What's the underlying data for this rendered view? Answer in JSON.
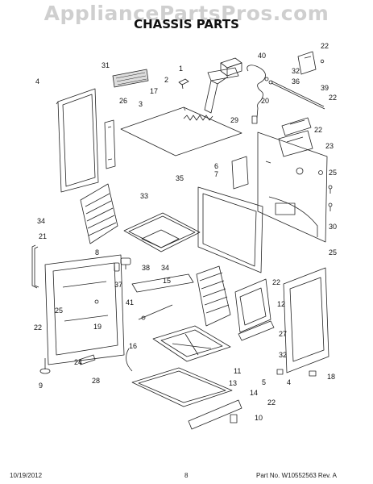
{
  "watermark": "AppliancePartsPros.com",
  "title": "CHASSIS PARTS",
  "callouts": [
    {
      "id": "c1",
      "text": "1"
    },
    {
      "id": "c2",
      "text": "2"
    },
    {
      "id": "c3",
      "text": "3"
    },
    {
      "id": "c4a",
      "text": "4"
    },
    {
      "id": "c4b",
      "text": "4"
    },
    {
      "id": "c5",
      "text": "5"
    },
    {
      "id": "c6",
      "text": "6"
    },
    {
      "id": "c7",
      "text": "7"
    },
    {
      "id": "c8",
      "text": "8"
    },
    {
      "id": "c9",
      "text": "9"
    },
    {
      "id": "c10",
      "text": "10"
    },
    {
      "id": "c11",
      "text": "11"
    },
    {
      "id": "c12",
      "text": "12"
    },
    {
      "id": "c13",
      "text": "13"
    },
    {
      "id": "c14",
      "text": "14"
    },
    {
      "id": "c15",
      "text": "15"
    },
    {
      "id": "c16",
      "text": "16"
    },
    {
      "id": "c17",
      "text": "17"
    },
    {
      "id": "c18",
      "text": "18"
    },
    {
      "id": "c19",
      "text": "19"
    },
    {
      "id": "c20",
      "text": "20"
    },
    {
      "id": "c21",
      "text": "21"
    },
    {
      "id": "c22a",
      "text": "22"
    },
    {
      "id": "c22b",
      "text": "22"
    },
    {
      "id": "c22c",
      "text": "22"
    },
    {
      "id": "c22d",
      "text": "22"
    },
    {
      "id": "c22e",
      "text": "22"
    },
    {
      "id": "c22f",
      "text": "22"
    },
    {
      "id": "c23",
      "text": "23"
    },
    {
      "id": "c24",
      "text": "24"
    },
    {
      "id": "c25a",
      "text": "25"
    },
    {
      "id": "c25b",
      "text": "25"
    },
    {
      "id": "c25c",
      "text": "25"
    },
    {
      "id": "c26",
      "text": "26"
    },
    {
      "id": "c27",
      "text": "27"
    },
    {
      "id": "c28",
      "text": "28"
    },
    {
      "id": "c29",
      "text": "29"
    },
    {
      "id": "c30",
      "text": "30"
    },
    {
      "id": "c31",
      "text": "31"
    },
    {
      "id": "c32a",
      "text": "32"
    },
    {
      "id": "c32b",
      "text": "32"
    },
    {
      "id": "c33",
      "text": "33"
    },
    {
      "id": "c34a",
      "text": "34"
    },
    {
      "id": "c34b",
      "text": "34"
    },
    {
      "id": "c35",
      "text": "35"
    },
    {
      "id": "c36",
      "text": "36"
    },
    {
      "id": "c37",
      "text": "37"
    },
    {
      "id": "c38",
      "text": "38"
    },
    {
      "id": "c39",
      "text": "39"
    },
    {
      "id": "c40",
      "text": "40"
    },
    {
      "id": "c41",
      "text": "41"
    }
  ],
  "footer": {
    "date": "10/19/2012",
    "page": "8",
    "part_number": "Part No. W10552563  Rev. A"
  }
}
